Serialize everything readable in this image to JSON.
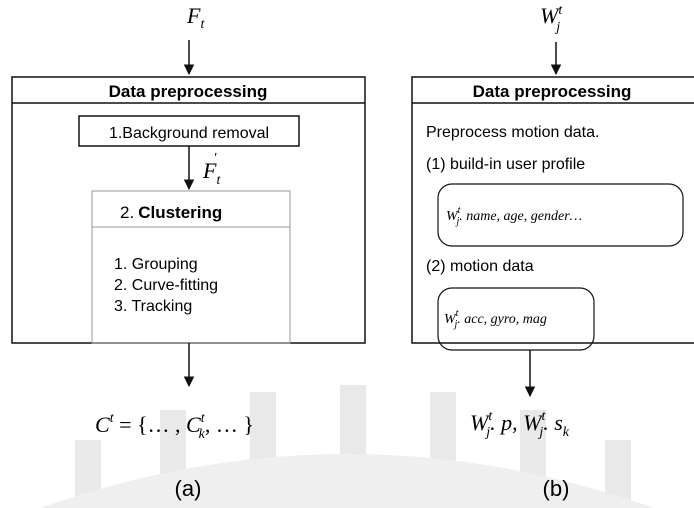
{
  "panel_a": {
    "input_main": "F",
    "input_sub": "t",
    "header": "Data preprocessing",
    "step1": "1.Background removal",
    "intermediate_main": "F",
    "intermediate_sub": "t",
    "intermediate_sup": "′",
    "cluster_prefix": "2.",
    "cluster_title": "Clustering",
    "cluster_items": [
      "1. Grouping",
      "2. Curve-fitting",
      "3. Tracking"
    ],
    "output_lhs": "C",
    "output_lhs_sup": "t",
    "output_eq": " = {… , ",
    "output_c": "C",
    "output_c_sub": "k",
    "output_c_sup": "t",
    "output_tail": ", … }",
    "caption": "(a)"
  },
  "panel_b": {
    "input_main": "W",
    "input_sub": "j",
    "input_sup": "t",
    "header": "Data preprocessing",
    "intro": "Preprocess motion data.",
    "item1": "(1) build-in user profile",
    "profile_expr": ". name, age, gender…",
    "item2": "(2) motion data",
    "motion_expr": ". acc, gyro, mag",
    "output_p": ". p, ",
    "output_s": ". s",
    "output_s_sub": "k",
    "caption": "(b)"
  },
  "colors": {
    "stroke": "#111111",
    "watermark": "#e8e8e8",
    "text": "#111111"
  }
}
